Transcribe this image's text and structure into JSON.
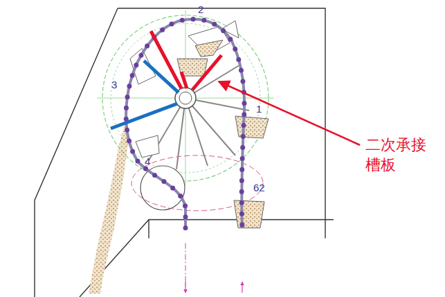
{
  "diagram": {
    "labels": [
      "2",
      "3",
      "1",
      "4",
      "62",
      "二次承接 槽板"
    ]
  }
}
